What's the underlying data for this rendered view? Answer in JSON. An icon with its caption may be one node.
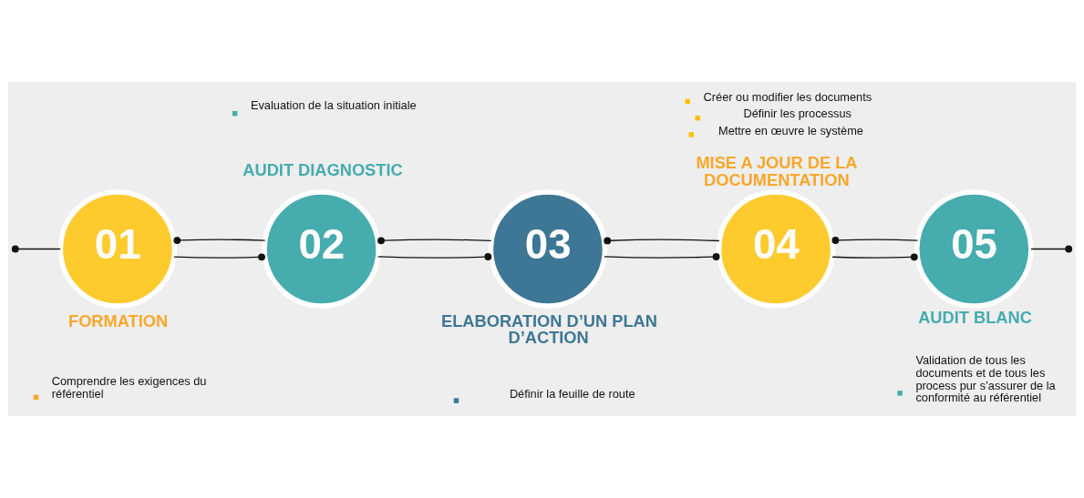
{
  "diagram": {
    "nodes": [
      {
        "text": [
          "01",
          "FORMATION",
          "Comprendre les exigences du référentiel"
        ]
      },
      {
        "text": [
          "Evaluation de la situation initiale",
          "AUDIT DIAGNOSTIC",
          "02"
        ]
      },
      {
        "text": [
          "03",
          "ELABORATION D’UN PLAN D’ACTION",
          "Définir la feuille de route"
        ]
      },
      {
        "text": [
          "Créer ou modifier les documents",
          "Définir les processus",
          "Mettre en œuvre le système",
          "MISE A JOUR DE LA DOCUMENTATION",
          "04"
        ]
      },
      {
        "text": [
          "05",
          "AUDIT BLANC",
          "Validation de tous les documents et de tous les process pur s’assurer de la conformité au référentiel"
        ]
      }
    ],
    "edges": [
      {
        "from": 0,
        "to": null,
        "arrow": "other"
      },
      {
        "from": 0,
        "to": 1,
        "arrow": "other"
      },
      {
        "from": 1,
        "to": 0,
        "arrow": "other"
      },
      {
        "from": 1,
        "to": 2,
        "arrow": "other"
      },
      {
        "from": 2,
        "to": 1,
        "arrow": "other"
      },
      {
        "from": 2,
        "to": 3,
        "arrow": "other"
      },
      {
        "from": 3,
        "to": 2,
        "arrow": "other"
      },
      {
        "from": 3,
        "to": 4,
        "arrow": "other"
      },
      {
        "from": 4,
        "to": 3,
        "arrow": "other"
      },
      {
        "from": 4,
        "to": null,
        "arrow": "other"
      }
    ]
  }
}
